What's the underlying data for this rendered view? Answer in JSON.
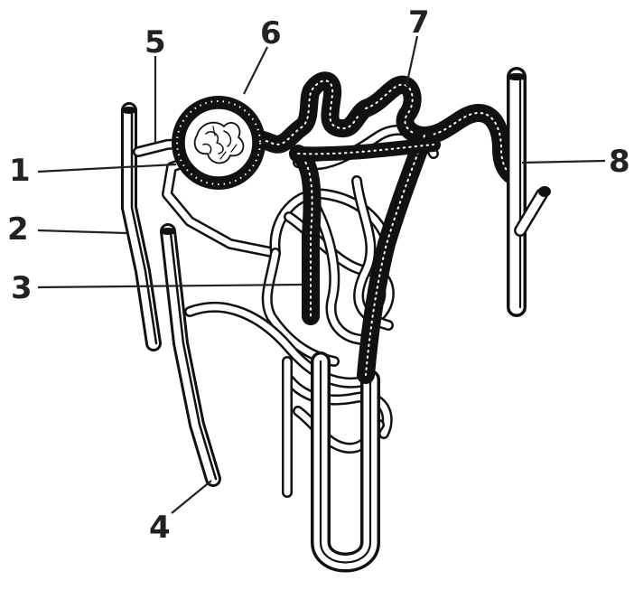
{
  "labels": [
    {
      "id": "1",
      "text": "1"
    },
    {
      "id": "2",
      "text": "2"
    },
    {
      "id": "3",
      "text": "3"
    },
    {
      "id": "4",
      "text": "4"
    },
    {
      "id": "5",
      "text": "5"
    },
    {
      "id": "6",
      "text": "6"
    },
    {
      "id": "7",
      "text": "7"
    },
    {
      "id": "8",
      "text": "8"
    }
  ],
  "colors": {
    "ink": "#111111",
    "background": "#ffffff",
    "lumen": "#ffffff"
  }
}
